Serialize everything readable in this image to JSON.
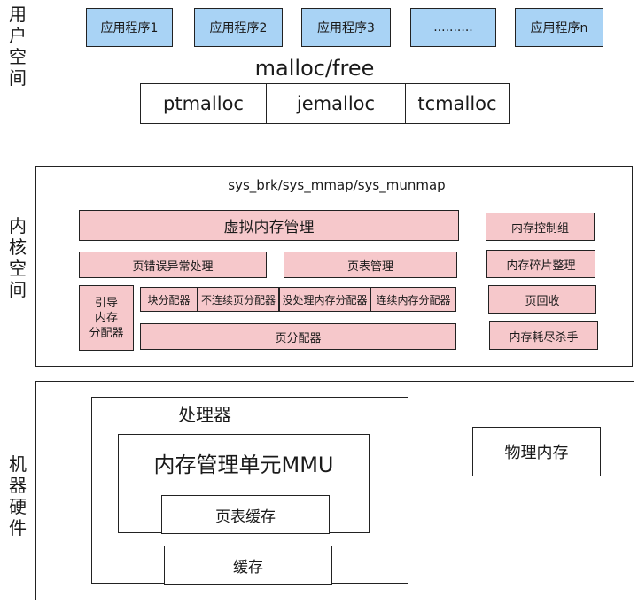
{
  "user_space": {
    "label": "用户空间",
    "apps": [
      "应用程序1",
      "应用程序2",
      "应用程序3",
      "..........",
      "应用程序n"
    ],
    "api_title": "malloc/free",
    "allocators": [
      "ptmalloc",
      "jemalloc",
      "tcmalloc"
    ]
  },
  "kernel_space": {
    "label": "内核空间",
    "syscalls": "sys_brk/sys_mmap/sys_munmap",
    "vmm": "虚拟内存管理",
    "page_fault": "页错误异常处理",
    "page_table_mgmt": "页表管理",
    "boot_alloc": "引导\n内存\n分配器",
    "block_alloc": "块分配器",
    "noncontig_alloc": "不连续页分配器",
    "unprocessed_alloc": "没处理内存分配器",
    "contig_alloc": "连续内存分配器",
    "page_alloc": "页分配器",
    "mem_cgroup": "内存控制组",
    "defrag": "内存碎片整理",
    "page_reclaim": "页回收",
    "oom_killer": "内存耗尽杀手"
  },
  "hardware": {
    "label": "机器硬件",
    "processor": "处理器",
    "mmu": "内存管理单元MMU",
    "tlb": "页表缓存",
    "cache": "缓存",
    "physical_memory": "物理内存"
  }
}
